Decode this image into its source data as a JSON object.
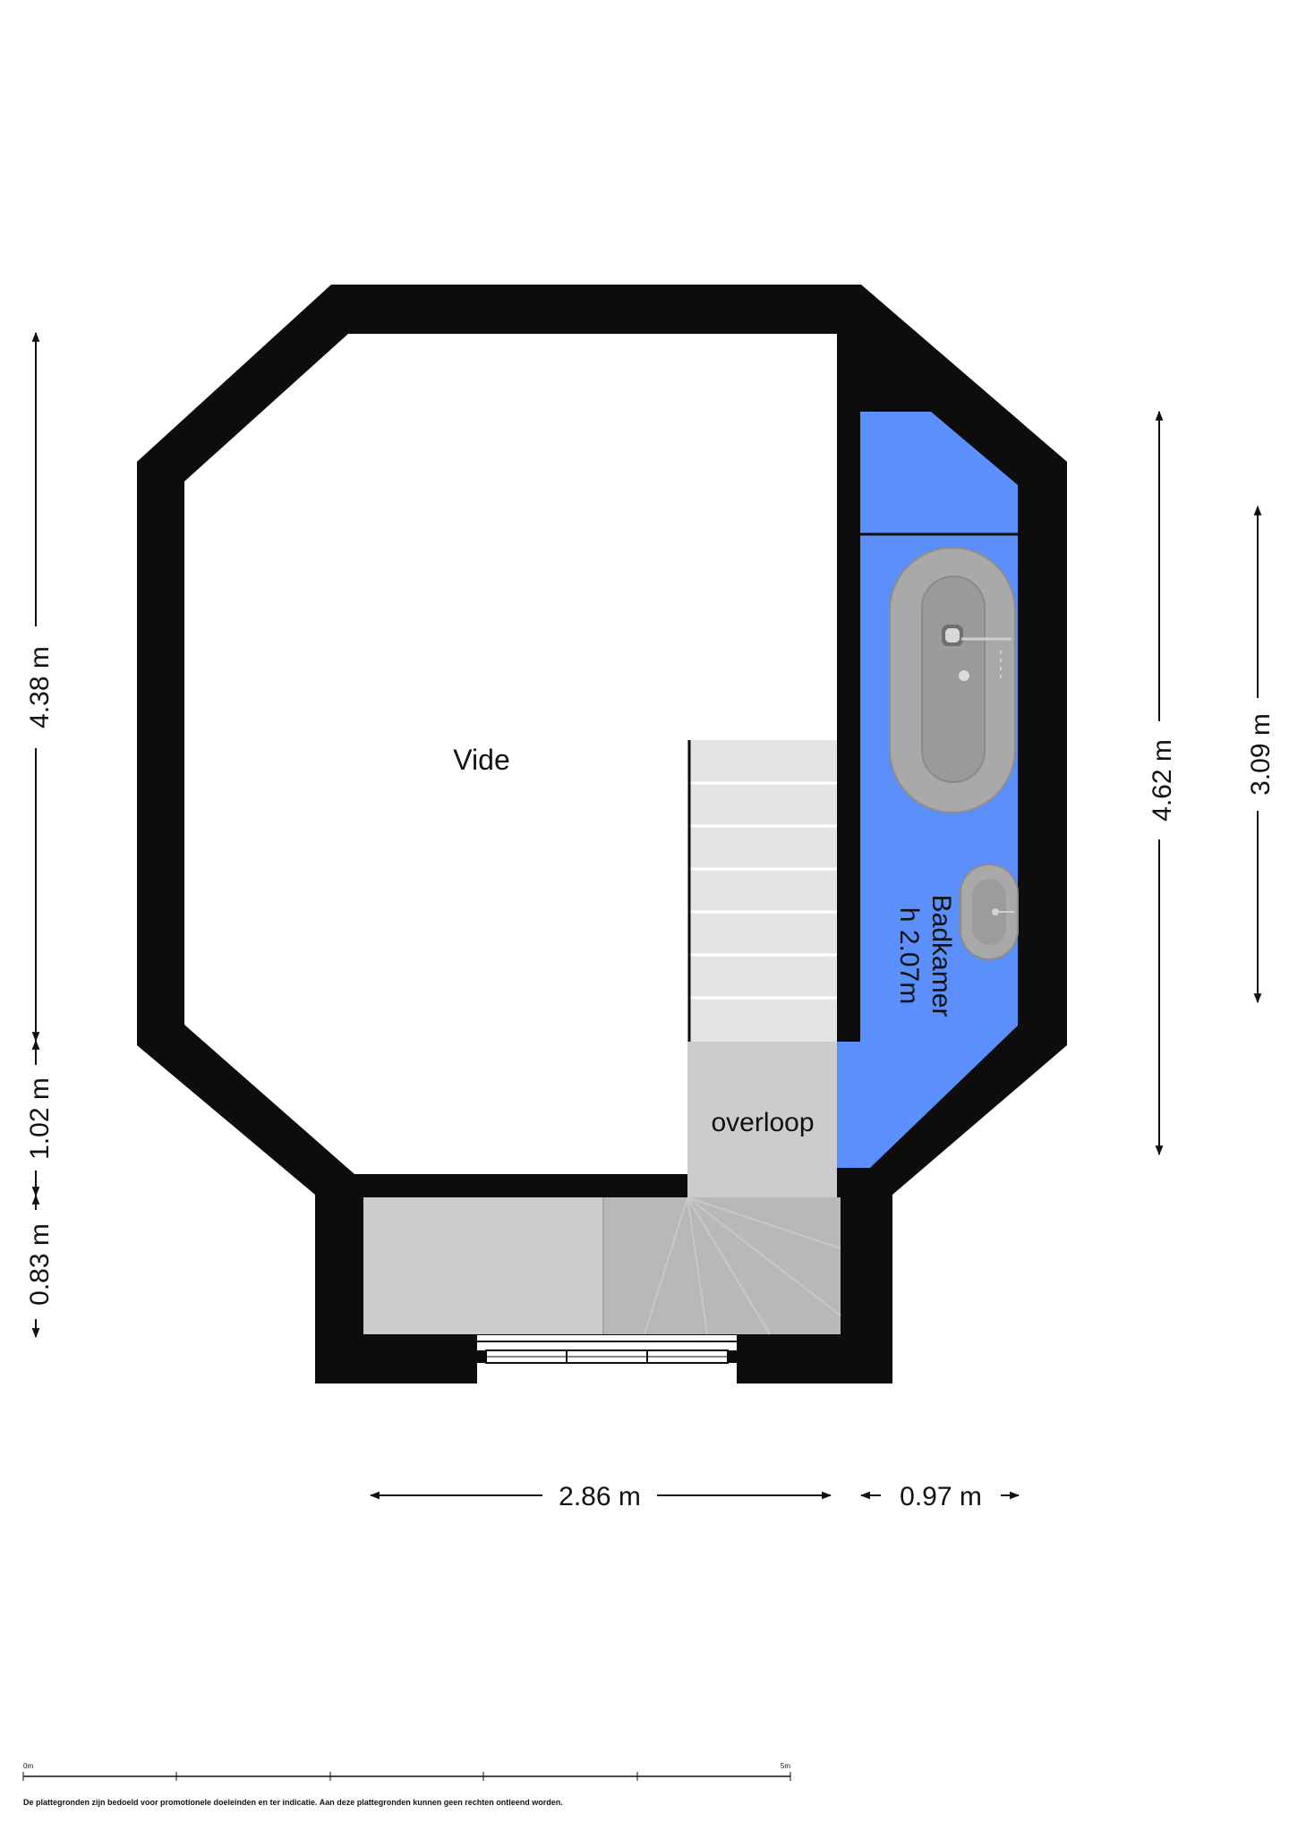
{
  "rooms": {
    "vide": "Vide",
    "bathroom_name": "Badkamer",
    "bathroom_height": "h 2.07m",
    "landing": "overloop"
  },
  "dimensions": {
    "left_upper": "4.38 m",
    "left_middle": "1.02 m",
    "left_lower": "0.83 m",
    "right_outer": "4.62 m",
    "right_inner": "3.09 m",
    "bottom_main": "2.86 m",
    "bottom_side": "0.97 m"
  },
  "scale_bar": {
    "start_label": "0m",
    "end_label": "5m"
  },
  "disclaimer": "De plattegronden zijn bedoeld voor promotionele doeleinden en ter indicatie. Aan deze plattegronden kunnen geen rechten ontleend worden.",
  "colors": {
    "wall": "#0d0d0d",
    "bathroom": "#5b8ffb",
    "stairs": "#cccccc",
    "fixture": "#a9a9a9"
  }
}
